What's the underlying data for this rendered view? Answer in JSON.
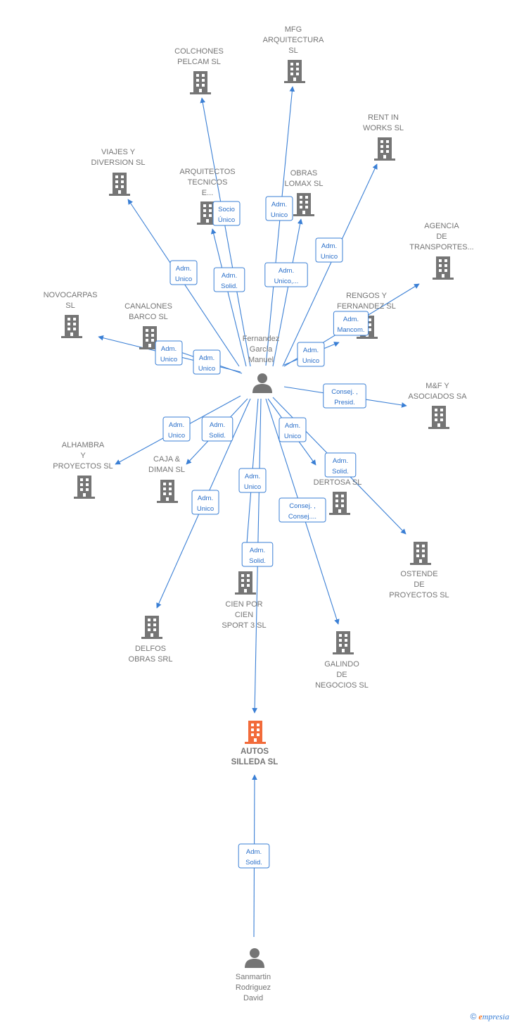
{
  "colors": {
    "edge": "#3a7fd5",
    "company_icon": "#757575",
    "main_company_icon": "#f26b3a",
    "person_icon": "#757575",
    "label_text": "#757575",
    "edge_label_text": "#2a6fc9"
  },
  "nodes": [
    {
      "id": "mfg",
      "type": "company",
      "label": [
        "MFG",
        "ARQUITECTURA",
        "SL"
      ]
    },
    {
      "id": "colchones",
      "type": "company",
      "label": [
        "COLCHONES",
        "PELCAM SL"
      ]
    },
    {
      "id": "rentin",
      "type": "company",
      "label": [
        "RENT IN",
        "WORKS  SL"
      ]
    },
    {
      "id": "viajes",
      "type": "company",
      "label": [
        "VIAJES Y",
        "DIVERSION SL"
      ]
    },
    {
      "id": "arquitectos",
      "type": "company",
      "label": [
        "ARQUITECTOS",
        "TECNICOS",
        "E..."
      ]
    },
    {
      "id": "obras",
      "type": "company",
      "label": [
        "OBRAS",
        "LOMAX  SL"
      ]
    },
    {
      "id": "agencia",
      "type": "company",
      "label": [
        "AGENCIA",
        "DE",
        "TRANSPORTES..."
      ]
    },
    {
      "id": "novocarpas",
      "type": "company",
      "label": [
        "NOVOCARPAS",
        "SL"
      ]
    },
    {
      "id": "canalones",
      "type": "company",
      "label": [
        "CANALONES",
        "BARCO SL"
      ]
    },
    {
      "id": "rengos",
      "type": "company",
      "label": [
        "RENGOS Y",
        "FERNANDEZ SL"
      ]
    },
    {
      "id": "mf",
      "type": "company",
      "label": [
        "M&F Y",
        "ASOCIADOS SA"
      ]
    },
    {
      "id": "alhambra",
      "type": "company",
      "label": [
        "ALHAMBRA",
        "Y",
        "PROYECTOS SL"
      ]
    },
    {
      "id": "caja",
      "type": "company",
      "label": [
        "CAJA &",
        "DIMAN  SL"
      ]
    },
    {
      "id": "dertosa",
      "type": "company",
      "label": [
        "DERTOSA SL"
      ]
    },
    {
      "id": "ostende",
      "type": "company",
      "label": [
        "OSTENDE",
        "DE",
        "PROYECTOS SL"
      ]
    },
    {
      "id": "cienpor",
      "type": "company",
      "label": [
        "CIEN POR",
        "CIEN",
        "SPORT 3 SL"
      ]
    },
    {
      "id": "delfos",
      "type": "company",
      "label": [
        "DELFOS",
        "OBRAS SRL"
      ]
    },
    {
      "id": "galindo",
      "type": "company",
      "label": [
        "GALINDO",
        "DE",
        "NEGOCIOS SL"
      ]
    },
    {
      "id": "autos",
      "type": "main-company",
      "label": [
        "AUTOS",
        "SILLEDA  SL"
      ]
    },
    {
      "id": "fernandez",
      "type": "person",
      "label": [
        "Fernandez",
        "Garcia",
        "Manuel"
      ]
    },
    {
      "id": "sanmartin",
      "type": "person",
      "label": [
        "Sanmartin",
        "Rodriguez",
        "David"
      ]
    }
  ],
  "edges": [
    {
      "from": "fernandez",
      "to": "colchones",
      "label": [
        "Socio",
        "Único"
      ]
    },
    {
      "from": "fernandez",
      "to": "mfg",
      "label": [
        "Adm.",
        "Unico"
      ]
    },
    {
      "from": "fernandez",
      "to": "rentin",
      "label": [
        "Adm.",
        "Unico"
      ]
    },
    {
      "from": "fernandez",
      "to": "viajes",
      "label": [
        "Adm.",
        "Unico"
      ]
    },
    {
      "from": "fernandez",
      "to": "arquitectos",
      "label": [
        "Adm.",
        "Solid."
      ]
    },
    {
      "from": "fernandez",
      "to": "obras",
      "label": [
        "Adm.",
        "Unico,..."
      ]
    },
    {
      "from": "fernandez",
      "to": "agencia",
      "label": [
        "Adm.",
        "Mancom."
      ]
    },
    {
      "from": "fernandez",
      "to": "novocarpas",
      "label": [
        "Adm.",
        "Unico"
      ]
    },
    {
      "from": "fernandez",
      "to": "canalones",
      "label": [
        "Adm.",
        "Unico"
      ]
    },
    {
      "from": "fernandez",
      "to": "rengos",
      "label": [
        "Adm.",
        "Unico"
      ]
    },
    {
      "from": "fernandez",
      "to": "mf",
      "label": [
        "Consej. ,",
        "Presid."
      ]
    },
    {
      "from": "fernandez",
      "to": "alhambra",
      "label": [
        "Adm.",
        "Unico"
      ]
    },
    {
      "from": "fernandez",
      "to": "caja",
      "label": [
        "Adm.",
        "Solid."
      ]
    },
    {
      "from": "fernandez",
      "to": "dertosa",
      "label": [
        "Adm.",
        "Unico"
      ]
    },
    {
      "from": "fernandez",
      "to": "ostende",
      "label": [
        "Adm.",
        "Solid."
      ]
    },
    {
      "from": "fernandez",
      "to": "cienpor",
      "label": [
        "Adm.",
        "Unico"
      ]
    },
    {
      "from": "fernandez",
      "to": "delfos",
      "label": [
        "Adm.",
        "Unico"
      ]
    },
    {
      "from": "fernandez",
      "to": "galindo",
      "label": [
        "Consej. ,",
        "Consej...."
      ]
    },
    {
      "from": "fernandez",
      "to": "autos",
      "label": [
        "Adm.",
        "Solid."
      ]
    },
    {
      "from": "sanmartin",
      "to": "autos",
      "label": [
        "Adm.",
        "Solid."
      ]
    }
  ],
  "footer": {
    "copyright": "©",
    "brand_initial": "e",
    "brand_rest": "mpresia"
  }
}
